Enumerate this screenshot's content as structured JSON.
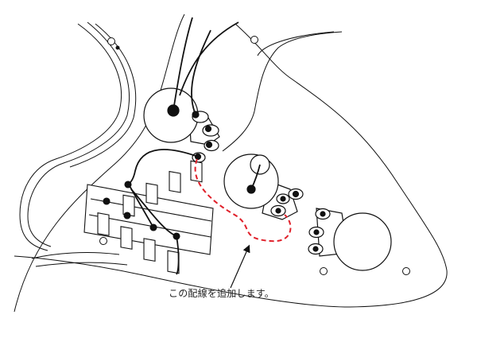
{
  "annotation": {
    "text": "この配線を追加します。"
  },
  "colors": {
    "line": "#111111",
    "added_wire": "#e0202a",
    "background": "#ffffff"
  },
  "components": {
    "pots": [
      "volume-pot",
      "tone-pot-1",
      "tone-pot-2"
    ],
    "switch": "5-way-selector-switch",
    "wire_highlight": "added-ground-wire"
  }
}
